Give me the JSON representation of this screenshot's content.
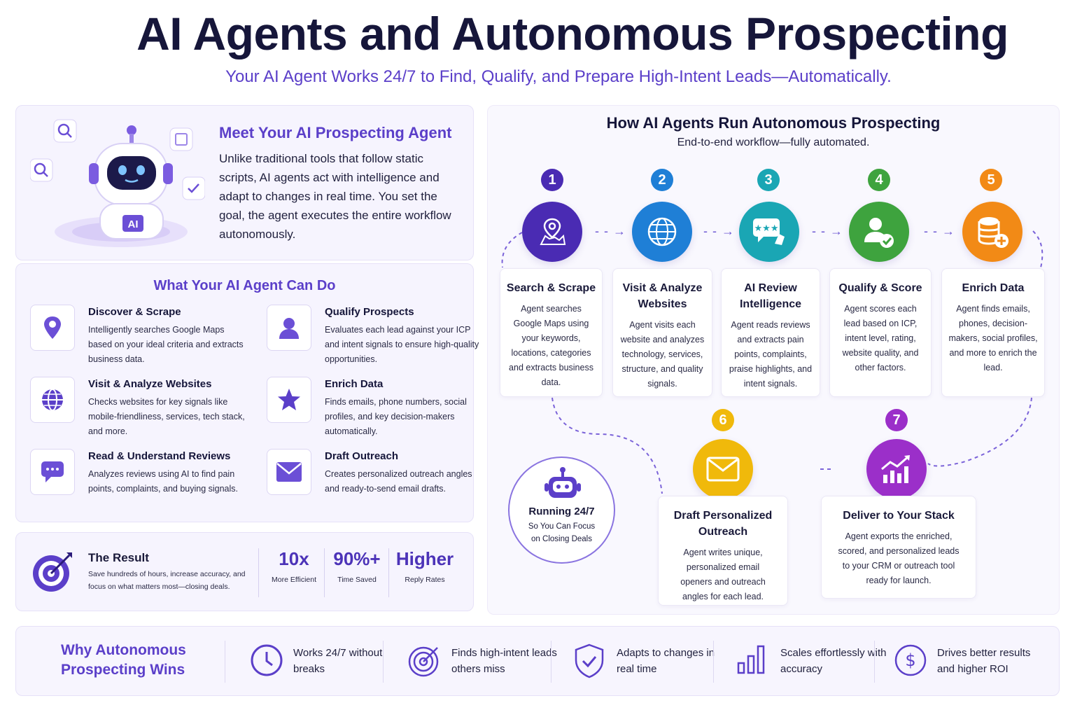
{
  "header": {
    "title": "AI Agents and Autonomous Prospecting",
    "subtitle": "Your AI Agent Works 24/7 to Find, Qualify, and Prepare High-Intent Leads—Automatically."
  },
  "meet": {
    "title": "Meet Your AI Prospecting Agent",
    "body": "Unlike traditional tools that follow static scripts, AI agents act with intelligence and adapt to changes in real time. You set the goal, the agent executes the entire workflow autonomously.",
    "robot_badge": "AI"
  },
  "cando": {
    "title": "What Your AI Agent Can Do",
    "features": [
      {
        "title": "Discover & Scrape",
        "desc": "Intelligently searches Google Maps based on your ideal criteria and extracts business data.",
        "icon": "map-pin-icon"
      },
      {
        "title": "Qualify Prospects",
        "desc": "Evaluates each lead against your ICP and intent signals to ensure high-quality opportunities.",
        "icon": "user-icon"
      },
      {
        "title": "Visit & Analyze Websites",
        "desc": "Checks websites for key signals like mobile-friendliness, services, tech stack, and more.",
        "icon": "globe-icon"
      },
      {
        "title": "Enrich Data",
        "desc": "Finds emails, phone numbers, social profiles, and key decision-makers automatically.",
        "icon": "star-icon"
      },
      {
        "title": "Read & Understand Reviews",
        "desc": "Analyzes reviews using AI to find pain points, complaints, and buying signals.",
        "icon": "chat-bubble-icon"
      },
      {
        "title": "Draft Outreach",
        "desc": "Creates personalized outreach angles and ready-to-send email drafts.",
        "icon": "envelope-icon"
      }
    ]
  },
  "result": {
    "title": "The Result",
    "desc": "Save hundreds of hours, increase accuracy, and focus on what matters most—closing deals.",
    "stats": [
      {
        "value": "10x",
        "label": "More Efficient"
      },
      {
        "value": "90%+",
        "label": "Time Saved"
      },
      {
        "value": "Higher",
        "label": "Reply Rates"
      }
    ]
  },
  "workflow": {
    "title": "How AI Agents Run Autonomous Prospecting",
    "subtitle": "End-to-end workflow—fully automated.",
    "steps": [
      {
        "num": "1",
        "title": "Search & Scrape",
        "desc": "Agent searches Google Maps using your keywords, locations, categories and extracts business data.",
        "color": "#4a2bb3"
      },
      {
        "num": "2",
        "title": "Visit & Analyze Websites",
        "desc": "Agent visits each website and analyzes technology, services, structure, and quality signals.",
        "color": "#1f7fd6"
      },
      {
        "num": "3",
        "title": "AI Review Intelligence",
        "desc": "Agent reads reviews and extracts pain points, complaints, praise highlights, and intent signals.",
        "color": "#1aa6b4"
      },
      {
        "num": "4",
        "title": "Qualify & Score",
        "desc": "Agent scores each lead based on ICP, intent level, rating, website quality, and other factors.",
        "color": "#3ea33e"
      },
      {
        "num": "5",
        "title": "Enrich Data",
        "desc": "Agent finds emails, phones, decision-makers, social profiles, and more to enrich the lead.",
        "color": "#f28a16"
      },
      {
        "num": "6",
        "title": "Draft Personalized Outreach",
        "desc": "Agent writes unique, personalized email openers and outreach angles for each lead.",
        "color": "#f0b90b"
      },
      {
        "num": "7",
        "title": "Deliver to Your Stack",
        "desc": "Agent exports the enriched, scored, and personalized leads to your CRM or outreach tool ready for launch.",
        "color": "#9b2fc9"
      }
    ],
    "running": {
      "title": "Running 24/7",
      "desc": "So You Can Focus on Closing Deals"
    }
  },
  "why": {
    "title": "Why Autonomous Prospecting Wins",
    "items": [
      {
        "text": "Works 24/7 without breaks",
        "icon": "clock-icon"
      },
      {
        "text": "Finds high-intent leads others miss",
        "icon": "target-icon"
      },
      {
        "text": "Adapts to changes in real time",
        "icon": "shield-check-icon"
      },
      {
        "text": "Scales effortlessly with accuracy",
        "icon": "bar-chart-icon"
      },
      {
        "text": "Drives better results and higher ROI",
        "icon": "dollar-icon"
      }
    ]
  },
  "colors": {
    "accent": "#5b3fc9",
    "dark": "#16163a"
  }
}
